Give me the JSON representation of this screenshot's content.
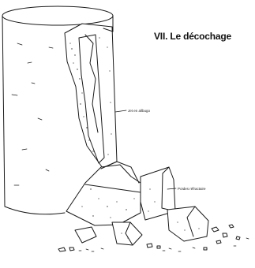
{
  "title": "VII. Le décochage",
  "labels": {
    "jet": "Jet en allbugo",
    "poids": "Poïdes réfractaire"
  }
}
